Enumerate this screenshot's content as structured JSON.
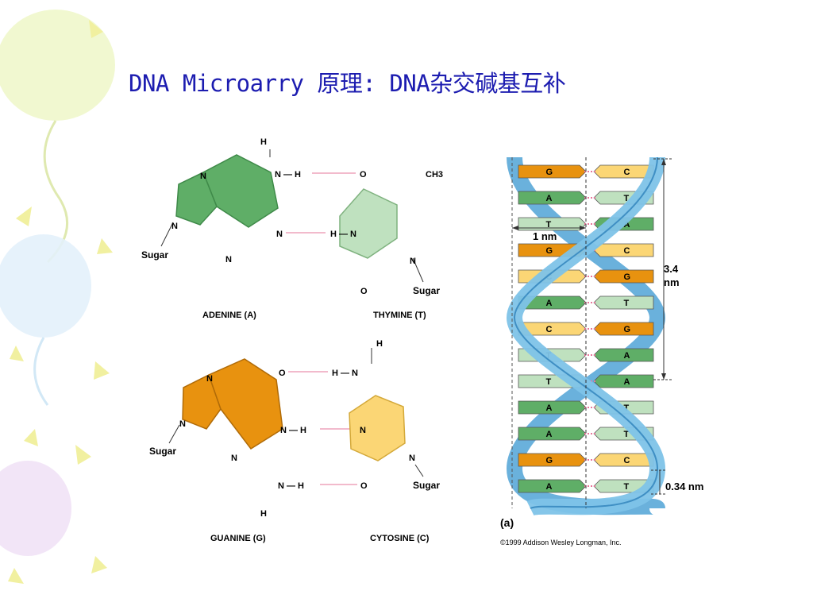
{
  "slide": {
    "title": "DNA Microarry 原理: DNA杂交碱基互补"
  },
  "colors": {
    "title": "#1c1cb0",
    "purine_green": "#5fae67",
    "pyrimidine_green": "#bfe1bf",
    "purine_orange": "#e8920f",
    "pyrimidine_yellow": "#fbd675",
    "backbone_blue": "#7ec3e8",
    "hbond_pink": "#e6769a"
  },
  "adenine": {
    "label": "ADENINE (A)",
    "atoms": {
      "n1": "N",
      "n3": "N",
      "n7": "N",
      "n9": "N",
      "h": "H",
      "nh": "N — H",
      "sugar": "Sugar"
    }
  },
  "thymine": {
    "label": "THYMINE (T)",
    "atoms": {
      "o4": "O",
      "ch3": "CH3",
      "hn3": "H — N",
      "n1": "N",
      "o2": "O",
      "sugar": "Sugar"
    }
  },
  "guanine": {
    "label": "GUANINE (G)",
    "atoms": {
      "o6": "O",
      "n7": "N",
      "n9": "N",
      "n1h": "N — H",
      "n3": "N",
      "nh": "N — H",
      "h": "H",
      "sugar": "Sugar"
    }
  },
  "cytosine": {
    "label": "CYTOSINE (C)",
    "atoms": {
      "h": "H",
      "hn": "H — N",
      "n3": "N",
      "n1": "N",
      "o2": "O",
      "sugar": "Sugar"
    }
  },
  "helix": {
    "width_label": "1 nm",
    "pitch_label_value": "3.4",
    "pitch_label_unit": "nm",
    "rise_label": "0.34 nm",
    "panel_label": "(a)",
    "copyright": "©1999 Addison Wesley Longman, Inc.",
    "pairs": [
      {
        "left": "G",
        "right": "C"
      },
      {
        "left": "A",
        "right": "T"
      },
      {
        "left": "T",
        "right": "A"
      },
      {
        "left": "G",
        "right": "C"
      },
      {
        "left": "C",
        "right": "G"
      },
      {
        "left": "A",
        "right": "T"
      },
      {
        "left": "C",
        "right": "G"
      },
      {
        "left": "T",
        "right": "A"
      },
      {
        "left": "T",
        "right": "A"
      },
      {
        "left": "A",
        "right": "T"
      },
      {
        "left": "A",
        "right": "T"
      },
      {
        "left": "G",
        "right": "C"
      },
      {
        "left": "A",
        "right": "T"
      }
    ]
  }
}
